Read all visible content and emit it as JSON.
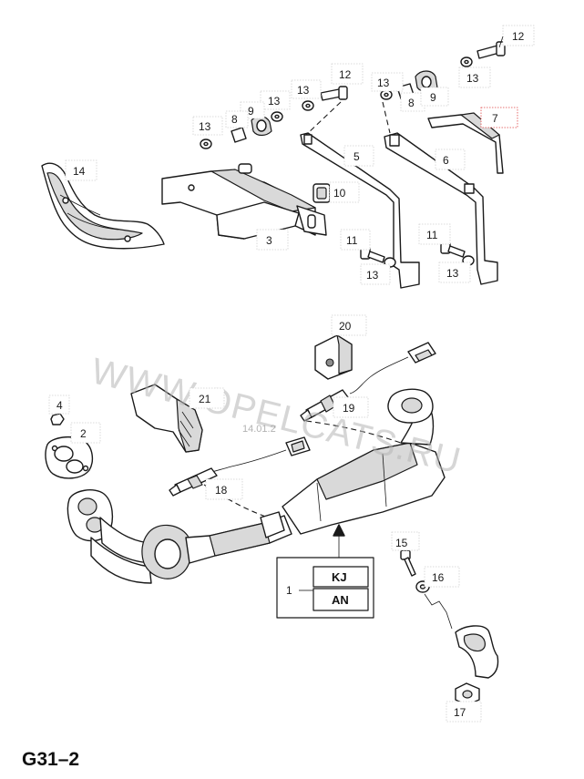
{
  "page": {
    "title": "G31–2",
    "watermark": "WWW.OPELCATS.RU",
    "stamp": "14.01.2"
  },
  "callouts": {
    "c1": "1",
    "c2": "2",
    "c3": "3",
    "c4": "4",
    "c5": "5",
    "c6": "6",
    "c7": "7",
    "c8a": "8",
    "c8b": "8",
    "c9a": "9",
    "c9b": "9",
    "c10": "10",
    "c11a": "11",
    "c11b": "11",
    "c12a": "12",
    "c12b": "12",
    "c13a": "13",
    "c13b": "13",
    "c13c": "13",
    "c13d": "13",
    "c13e": "13",
    "c13f": "13",
    "c13g": "13",
    "c14": "14",
    "c15": "15",
    "c16": "16",
    "c17": "17",
    "c18": "18",
    "c19": "19",
    "c20": "20",
    "c21": "21"
  },
  "variants": {
    "kj": "KJ",
    "an": "AN"
  },
  "colors": {
    "line": "#1a1a1a",
    "shade": "#d9d9d9",
    "highlight_box": "#e04545"
  }
}
